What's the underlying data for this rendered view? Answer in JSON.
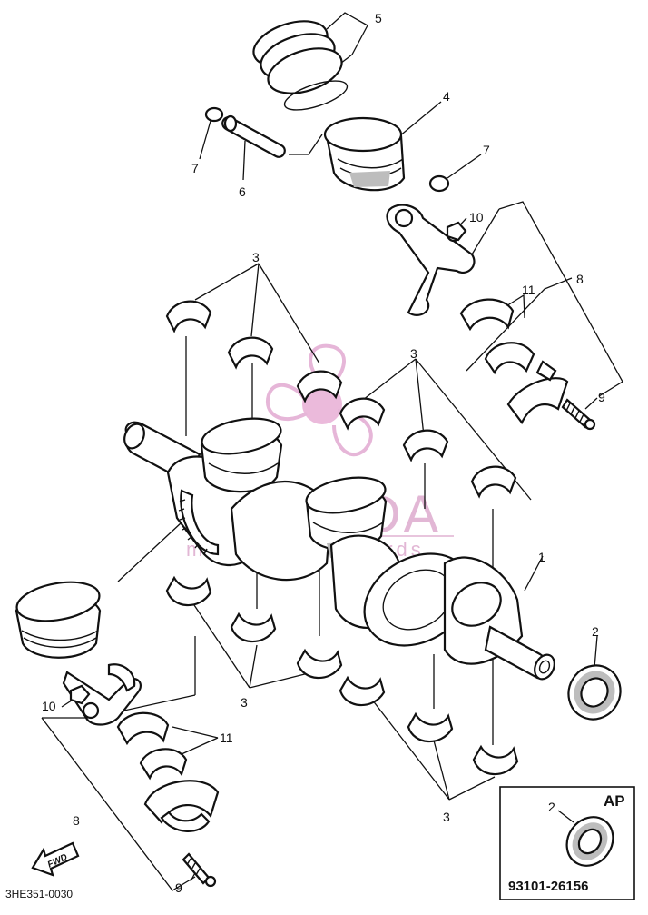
{
  "diagram": {
    "callouts": [
      "1",
      "2",
      "3",
      "4",
      "5",
      "6",
      "7",
      "8",
      "9",
      "10",
      "11"
    ],
    "figure_code": "3HE351-0030",
    "fwd_label": "FWD",
    "ap_box": {
      "title": "AP",
      "callout": "2",
      "part_number": "93101-26156"
    },
    "watermark": {
      "brand": "ARMADA",
      "tagline": "marine & boatyards"
    }
  }
}
